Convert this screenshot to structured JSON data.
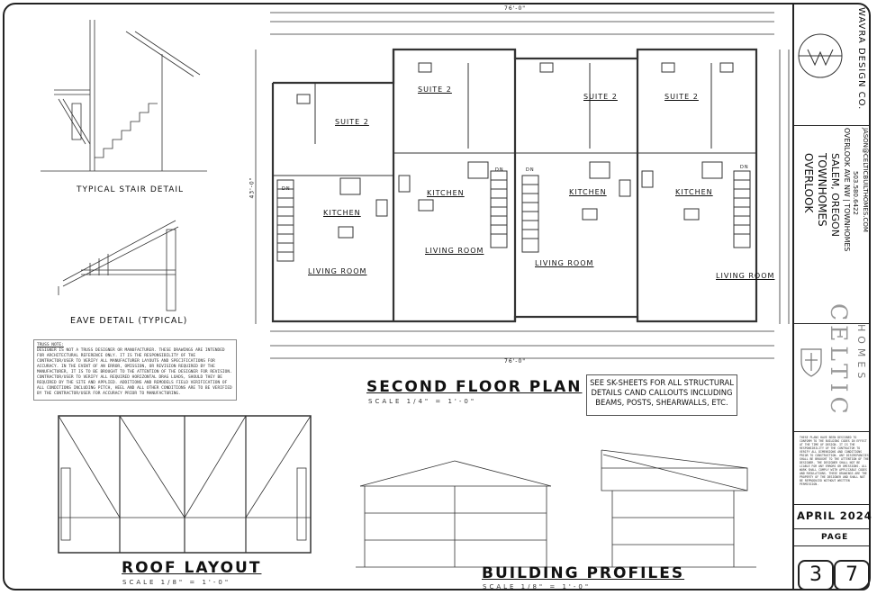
{
  "drawing": {
    "stair_detail_title": "TYPICAL STAIR DETAIL",
    "eave_detail_title": "EAVE DETAIL (TYPICAL)",
    "second_floor_title": "SECOND FLOOR PLAN",
    "second_floor_scale": "SCALE 1/4\" = 1'-0\"",
    "roof_layout_title": "ROOF LAYOUT",
    "roof_layout_scale": "SCALE 1/8\" = 1'-0\"",
    "building_profiles_title": "BUILDING PROFILES",
    "building_profiles_scale": "SCALE 1/8\" = 1'-0\"",
    "overall_width": "76'-0\"",
    "overall_depth": "43'-0\""
  },
  "units": [
    {
      "suite": "SUITE 2",
      "kitchen": "KITCHEN",
      "living": "LIVING ROOM",
      "dn": "DN"
    },
    {
      "suite": "SUITE 2",
      "kitchen": "KITCHEN",
      "living": "LIVING ROOM",
      "dn": "DN"
    },
    {
      "suite": "SUITE 2",
      "kitchen": "KITCHEN",
      "living": "LIVING ROOM",
      "dn": "DN"
    },
    {
      "suite": "SUITE 2",
      "kitchen": "KITCHEN",
      "living": "LIVING ROOM",
      "dn": "DN"
    }
  ],
  "notes": {
    "truss_note_heading": "TRUSS NOTE:",
    "truss_note_body": "DESIGNER IS NOT A TRUSS DESIGNER OR MANUFACTURER. THESE DRAWINGS ARE INTENDED FOR ARCHITECTURAL REFERENCE ONLY. IT IS THE RESPONSIBILITY OF THE CONTRACTOR/USER TO VERIFY ALL MANUFACTURER LAYOUTS AND SPECIFICATIONS FOR ACCURACY. IN THE EVENT OF AN ERROR, OMISSION, OR REVISION REQUIRED BY THE MANUFACTURER, IT IS TO BE BROUGHT TO THE ATTENTION OF THE DESIGNER FOR REVISION. CONTRACTOR/USER TO VERIFY ALL REQUIRED HORIZONTAL DRAG LOADS, SHOULD THEY BE REQUIRED BY THE SITE AND APPLIED. ADDITIONS AND REMODELS FIELD VERIFICATION OF ALL CONDITIONS INCLUDING PITCH, HEEL AND ALL OTHER CONDITIONS ARE TO BE VERIFIED BY THE CONTRACTOR/USER FOR ACCURACY PRIOR TO MANUFACTURING.",
    "see_sk_sheets": "SEE SK-SHEETS FOR ALL STRUCTURAL DETAILS CAND CALLOUTS INCLUDING BEAMS, POSTS, SHEARWALLS, ETC.",
    "disclaimer": "THESE PLANS HAVE BEEN DESIGNED TO CONFORM TO THE BUILDING CODES IN EFFECT AT THE TIME OF DESIGN. IT IS THE RESPONSIBILITY OF THE CONTRACTOR TO VERIFY ALL DIMENSIONS AND CONDITIONS PRIOR TO CONSTRUCTION. ANY DISCREPANCIES SHALL BE BROUGHT TO THE ATTENTION OF THE DESIGNER. THE DESIGNER SHALL NOT BE LIABLE FOR ANY ERRORS OR OMISSIONS. ALL WORK SHALL COMPLY WITH APPLICABLE CODES AND REGULATIONS. THESE DRAWINGS ARE THE PROPERTY OF THE DESIGNER AND SHALL NOT BE REPRODUCED WITHOUT WRITTEN PERMISSION."
  },
  "title_block": {
    "firm_logo_text": "WAVRA DESIGN CO.",
    "project_name_line1": "OVERLOOK",
    "project_name_line2": "TOWNHOMES",
    "project_city": "SALEM, OREGON",
    "project_address": "OVERLOOK AVE NW | TOWNHOMES",
    "phone": "503.580.6422",
    "email": "JASON@CELTICBUILTHOMES.COM",
    "builder_name": "CELTIC",
    "builder_sub": "HOMES",
    "date": "APRIL 2024",
    "page_label": "PAGE",
    "page_number": "3",
    "page_total": "7"
  },
  "colors": {
    "ink": "#222222",
    "builder_gray": "#9a9a9a"
  }
}
